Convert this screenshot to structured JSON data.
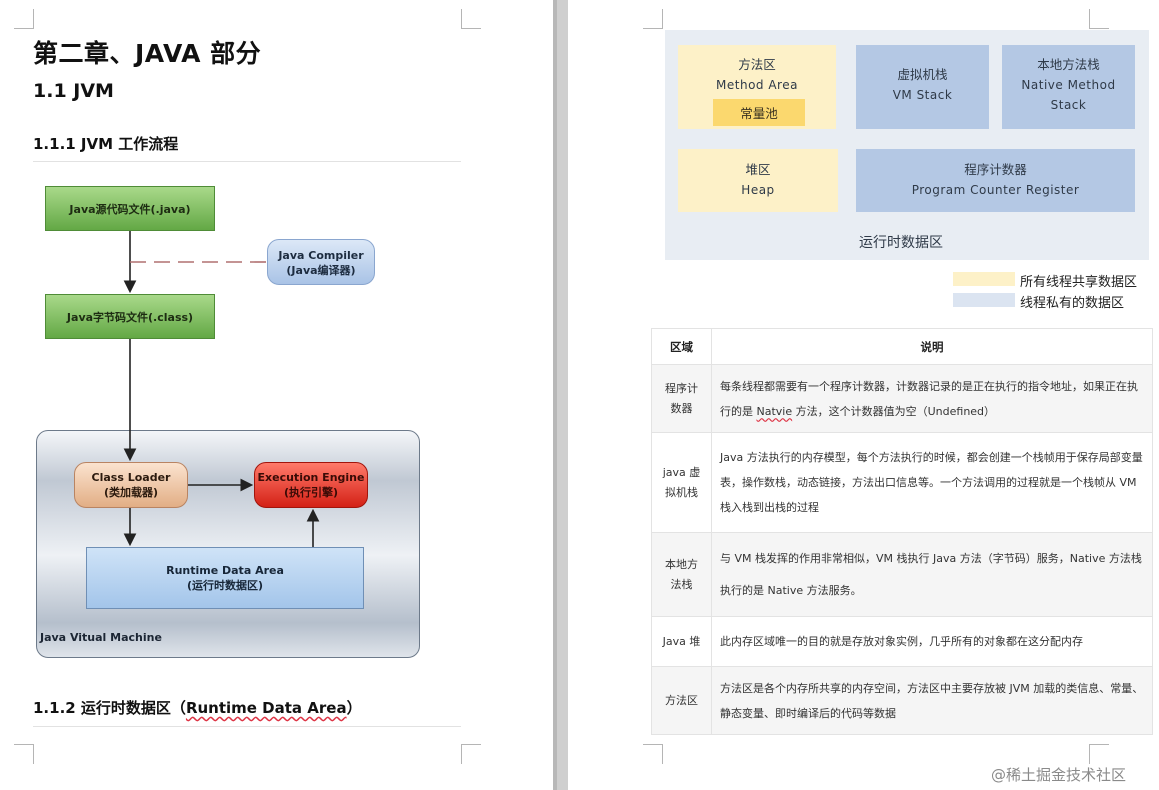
{
  "left_page": {
    "chapter_title": "第二章、JAVA 部分",
    "section_title": "1.1 JVM",
    "subsection_title": "1.1.1 JVM 工作流程",
    "diagram": {
      "source_file": "Java源代码文件(.java)",
      "compiler_line1": "Java Compiler",
      "compiler_line2": "(Java编译器)",
      "bytecode_file": "Java字节码文件(.class)",
      "class_loader_line1": "Class Loader",
      "class_loader_line2": "(类加载器)",
      "engine_line1": "Execution Engine",
      "engine_line2": "(执行引擎)",
      "rda_line1": "Runtime  Data  Area",
      "rda_line2": "(运行时数据区)",
      "jvm_label": "Java Vitual Machine"
    },
    "next_subsection_prefix": "1.1.2  运行时数据区（",
    "next_subsection_term": "Runtime Data Area",
    "next_subsection_suffix": "）"
  },
  "right_page": {
    "figure": {
      "method_area_cn": "方法区",
      "method_area_en": "Method Area",
      "constant_pool": "常量池",
      "vm_stack_cn": "虚拟机栈",
      "vm_stack_en": "VM Stack",
      "native_stack_cn": "本地方法栈",
      "native_stack_en1": "Native Method",
      "native_stack_en2": "Stack",
      "heap_cn": "堆区",
      "heap_en": "Heap",
      "pc_cn": "程序计数器",
      "pc_en": "Program Counter Register",
      "caption": "运行时数据区",
      "colors": {
        "shared": "#fdf1c8",
        "pool": "#fbd86e",
        "private": "#b4c8e4",
        "background": "#e8edf3"
      }
    },
    "legend": [
      {
        "label": "所有线程共享数据区",
        "color": "#fdf1c8"
      },
      {
        "label": "线程私有的数据区",
        "color": "#dbe4f1"
      }
    ],
    "table": {
      "headers": [
        "区域",
        "说明"
      ],
      "rows": [
        {
          "region": [
            "程序计",
            "数器"
          ],
          "desc_a": "每条线程都需要有一个程序计数器，计数器记录的是正在执行的指令地址，如果正在执行的是 ",
          "desc_term": "Natvie",
          "desc_b": " 方法，这个计数器值为空（Undefined）"
        },
        {
          "region": [
            "java 虚",
            "拟机栈"
          ],
          "desc_a": "Java 方法执行的内存模型，每个方法执行的时候，都会创建一个栈帧用于保存局部变量表，操作数栈，动态链接，方法出口信息等。一个方法调用的过程就是一个栈帧从 VM 栈入栈到出栈的过程",
          "desc_term": "",
          "desc_b": ""
        },
        {
          "region": [
            "本地方",
            "法栈"
          ],
          "desc_a": "与 VM 栈发挥的作用非常相似，VM 栈执行 Java 方法（字节码）服务，Native 方法栈执行的是 Native 方法服务。",
          "desc_term": "",
          "desc_b": ""
        },
        {
          "region": [
            "Java 堆",
            ""
          ],
          "desc_a": "此内存区域唯一的目的就是存放对象实例，几乎所有的对象都在这分配内存",
          "desc_term": "",
          "desc_b": ""
        },
        {
          "region": [
            "方法区",
            ""
          ],
          "desc_a": "方法区是各个内存所共享的内存空间，方法区中主要存放被 JVM 加载的类信息、常量、静态变量、即时编译后的代码等数据",
          "desc_term": "",
          "desc_b": ""
        }
      ]
    }
  },
  "watermark": "@稀土掘金技术社区"
}
